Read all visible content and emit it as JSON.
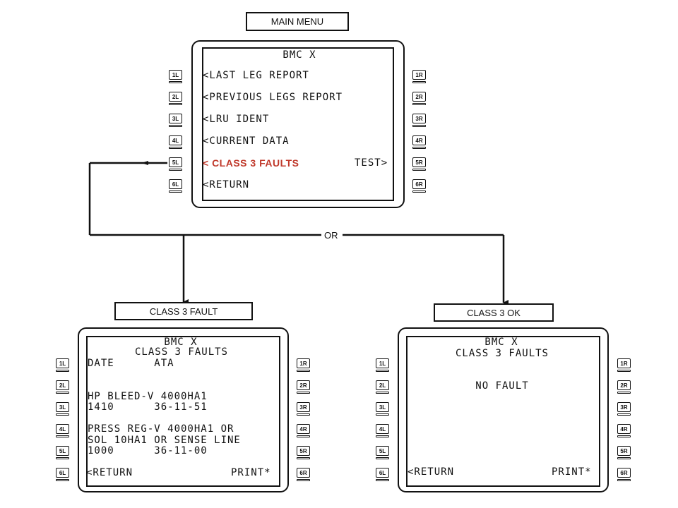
{
  "main_menu": {
    "title": "MAIN MENU",
    "screen_header": "BMC X",
    "left_lines": [
      "<LAST LEG REPORT",
      "<PREVIOUS LEGS REPORT",
      "<LRU IDENT",
      "<CURRENT DATA",
      "< CLASS 3 FAULTS",
      "<RETURN"
    ],
    "right_test": "TEST>",
    "highlight_color": "#c0392b"
  },
  "or_label": "OR",
  "class3_fault": {
    "title": "CLASS 3 FAULT",
    "header1": "BMC X",
    "header2": "CLASS 3 FAULTS",
    "col_header": "DATE      ATA",
    "line1": "HP BLEED-V 4000HA1",
    "line2": "1410      36-11-51",
    "line3": "PRESS REG-V 4000HA1 OR",
    "line4": "SOL 10HA1 OR SENSE LINE",
    "line5": "1000      36-11-00",
    "return": "<RETURN",
    "print": "PRINT*"
  },
  "class3_ok": {
    "title": "CLASS 3 OK",
    "header1": "BMC X",
    "header2": "CLASS 3 FAULTS",
    "message": "NO FAULT",
    "return": "<RETURN",
    "print": "PRINT*"
  },
  "keys_left": [
    "1L",
    "2L",
    "3L",
    "4L",
    "5L",
    "6L"
  ],
  "keys_right": [
    "1R",
    "2R",
    "3R",
    "4R",
    "5R",
    "6R"
  ]
}
